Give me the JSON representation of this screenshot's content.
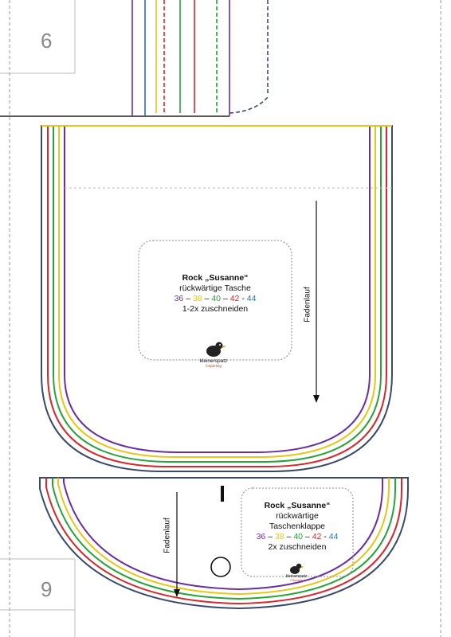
{
  "pages": {
    "top_left": "6",
    "bottom_left": "9"
  },
  "colors": {
    "size36": "#6a2fa0",
    "size38": "#e6c619",
    "size40": "#2aa33a",
    "size42": "#d6282a",
    "size44": "#2b6fb0",
    "outline": "#3a4a6b"
  },
  "pocket": {
    "title": "Rock „Susanne“",
    "subtitle": "rückwärtige Tasche",
    "sizes": [
      {
        "label": "36",
        "color": "#6a2fa0"
      },
      {
        "label": "38",
        "color": "#e6c619"
      },
      {
        "label": "40",
        "color": "#2aa33a"
      },
      {
        "label": "42",
        "color": "#d6282a"
      },
      {
        "label": "44",
        "color": "#2b6fb0"
      }
    ],
    "cut": "1-2x zuschneiden",
    "grainline": "Fadenlauf"
  },
  "flap": {
    "title": "Rock „Susanne“",
    "subtitle1": "rückwärtige",
    "subtitle2": "Taschenklappe",
    "sizes": [
      {
        "label": "36",
        "color": "#6a2fa0"
      },
      {
        "label": "38",
        "color": "#e6c619"
      },
      {
        "label": "40",
        "color": "#2aa33a"
      },
      {
        "label": "42",
        "color": "#d6282a"
      },
      {
        "label": "44",
        "color": "#2b6fb0"
      }
    ],
    "cut": "2x zuschneiden",
    "grainline": "Fadenlauf"
  },
  "logo": {
    "brand": "kleinerspatz",
    "copyright": "©Sperling"
  }
}
